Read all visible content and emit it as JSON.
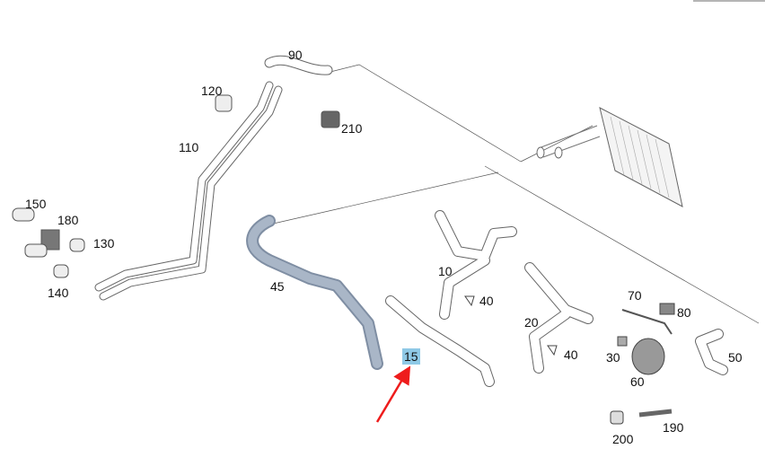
{
  "diagram": {
    "highlight_color": "#8fc9e6",
    "arrow_color": "#ee1c1c",
    "highlighted_part": "15",
    "part_labels": {
      "p90": "90",
      "p120": "120",
      "p210": "210",
      "p110": "110",
      "p150": "150",
      "p180": "180",
      "p130": "130",
      "p140": "140",
      "p45": "45",
      "p10": "10",
      "p40a": "40",
      "p70": "70",
      "p80": "80",
      "p20": "20",
      "p40b": "40",
      "p30": "30",
      "p50": "50",
      "p15": "15",
      "p60": "60",
      "p190": "190",
      "p200": "200"
    }
  }
}
